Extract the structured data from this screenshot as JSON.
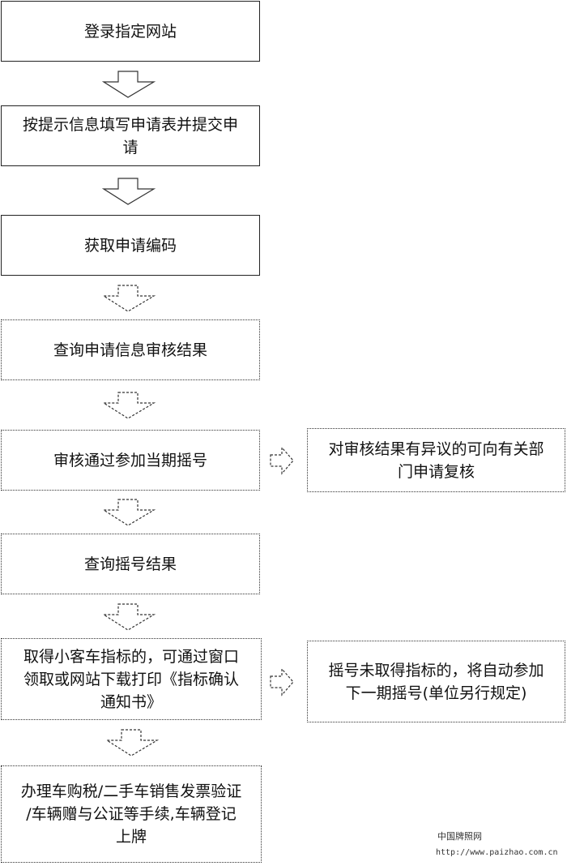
{
  "steps": [
    {
      "label": "登录指定网站"
    },
    {
      "label": "按提示信息填写申请表并提交申\n请"
    },
    {
      "label": "获取申请编码"
    },
    {
      "label": "查询申请信息审核结果"
    },
    {
      "label": "审核通过参加当期摇号"
    },
    {
      "label": "查询摇号结果"
    },
    {
      "label": "取得小客车指标的，可通过窗口\n领取或网站下载打印《指标确认\n通知书》"
    },
    {
      "label": "办理车购税/二手车销售发票验证\n/车辆赠与公证等手续,车辆登记\n上牌"
    }
  ],
  "side_notes": [
    {
      "label": "对审核结果有异议的可向有关部\n门申请复核"
    },
    {
      "label": "摇号未取得指标的，将自动参加\n下一期摇号(单位另行规定)"
    }
  ],
  "watermark": {
    "title": "中国牌照网",
    "url": "http://www.paizhao.com.cn"
  }
}
